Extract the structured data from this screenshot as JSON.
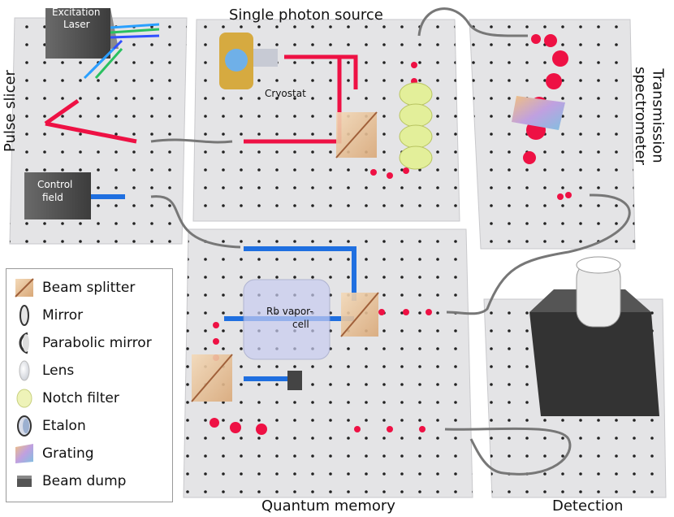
{
  "regions": {
    "pulse_slicer": "Pulse slicer",
    "single_photon_source": "Single photon source",
    "transmission_spectrometer_l1": "Transmission",
    "transmission_spectrometer_l2": "spectrometer",
    "quantum_memory": "Quantum memory",
    "detection": "Detection"
  },
  "components": {
    "excitation_laser_l1": "Excitation",
    "excitation_laser_l2": "Laser",
    "control_field_l1": "Control",
    "control_field_l2": "field",
    "cryostat": "Cryostat",
    "vapor_cell_l1": "Rb vapor-",
    "vapor_cell_l2": "cell"
  },
  "legend": {
    "items": [
      {
        "label": "Beam splitter",
        "icon": "beam-splitter-icon"
      },
      {
        "label": "Mirror",
        "icon": "mirror-icon"
      },
      {
        "label": "Parabolic mirror",
        "icon": "parabolic-mirror-icon"
      },
      {
        "label": "Lens",
        "icon": "lens-icon"
      },
      {
        "label": "Notch filter",
        "icon": "notch-filter-icon"
      },
      {
        "label": "Etalon",
        "icon": "etalon-icon"
      },
      {
        "label": "Grating",
        "icon": "grating-icon"
      },
      {
        "label": "Beam dump",
        "icon": "beam-dump-icon"
      }
    ]
  },
  "colors": {
    "photon_beam": "#ee1144",
    "control_beam": "#1f6fe0",
    "breadboard": "#e6e6e8",
    "breadboard_hole": "#222222",
    "fiber": "#777777",
    "box": "#555555"
  }
}
